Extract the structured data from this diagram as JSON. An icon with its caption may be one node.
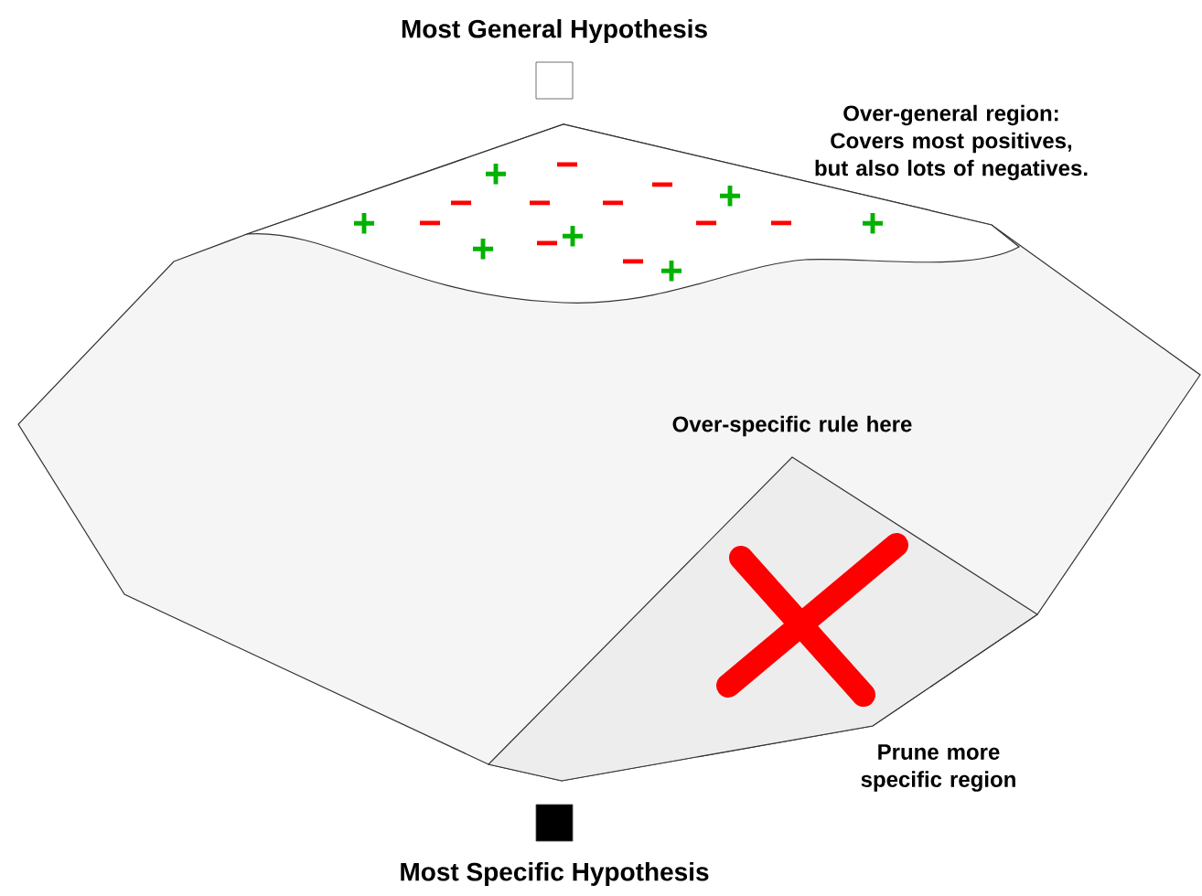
{
  "diagram": {
    "nodes": [
      {
        "text": [
          "Most General Hypothesis"
        ]
      },
      {
        "text": [
          "Most Specific Hypothesis"
        ]
      }
    ],
    "labels": [
      "Over-general region: Covers most positives, but also lots of negatives.",
      "−",
      "+",
      "−",
      "−",
      "−",
      "+",
      "−",
      "+",
      "−",
      "+",
      "−",
      "+",
      "+",
      "−",
      "−",
      "−",
      "+",
      "Over-specific rule here",
      "Prune more specific region"
    ]
  }
}
